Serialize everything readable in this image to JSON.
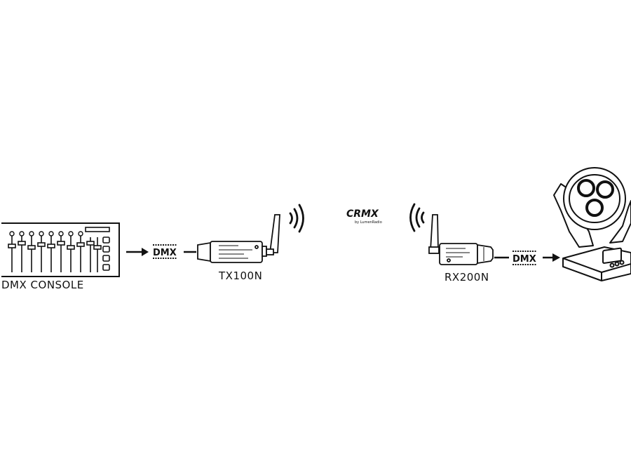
{
  "labels": {
    "console": "DMX CONSOLE",
    "transmitter": "TX100N",
    "receiver": "RX200N"
  },
  "dmx_tag": "DMX",
  "crmx_logo": {
    "name": "CRMX",
    "byline": "by LumenRadio"
  },
  "colors": {
    "line": "#111111",
    "background": "#ffffff"
  },
  "icons": [
    "dmx-console-icon",
    "arrow-right-icon",
    "dmx-connector-icon",
    "transmitter-icon",
    "antenna-icon",
    "wireless-signal-icon",
    "crmx-logo",
    "receiver-icon",
    "moving-head-light-icon"
  ]
}
